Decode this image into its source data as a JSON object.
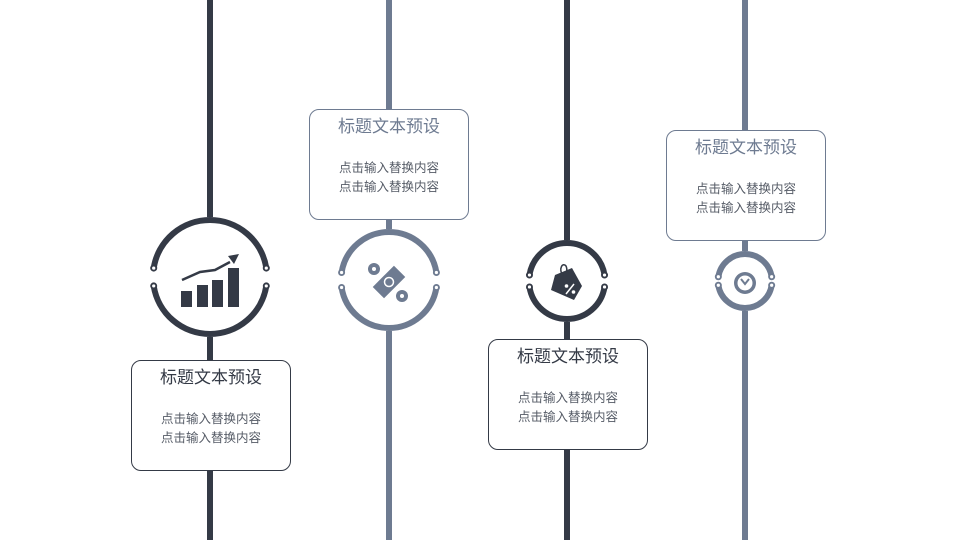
{
  "colors": {
    "dark": "#343a46",
    "gray": "#6e7b91"
  },
  "items": [
    {
      "icon": "growth-chart-icon",
      "title": "标题文本预设",
      "line1": "点击输入替换内容",
      "line2": "点击输入替换内容"
    },
    {
      "icon": "money-coins-icon",
      "title": "标题文本预设",
      "line1": "点击输入替换内容",
      "line2": "点击输入替换内容"
    },
    {
      "icon": "discount-tag-icon",
      "title": "标题文本预设",
      "line1": "点击输入替换内容",
      "line2": "点击输入替换内容"
    },
    {
      "icon": "clock-icon",
      "title": "标题文本预设",
      "line1": "点击输入替换内容",
      "line2": "点击输入替换内容"
    }
  ]
}
